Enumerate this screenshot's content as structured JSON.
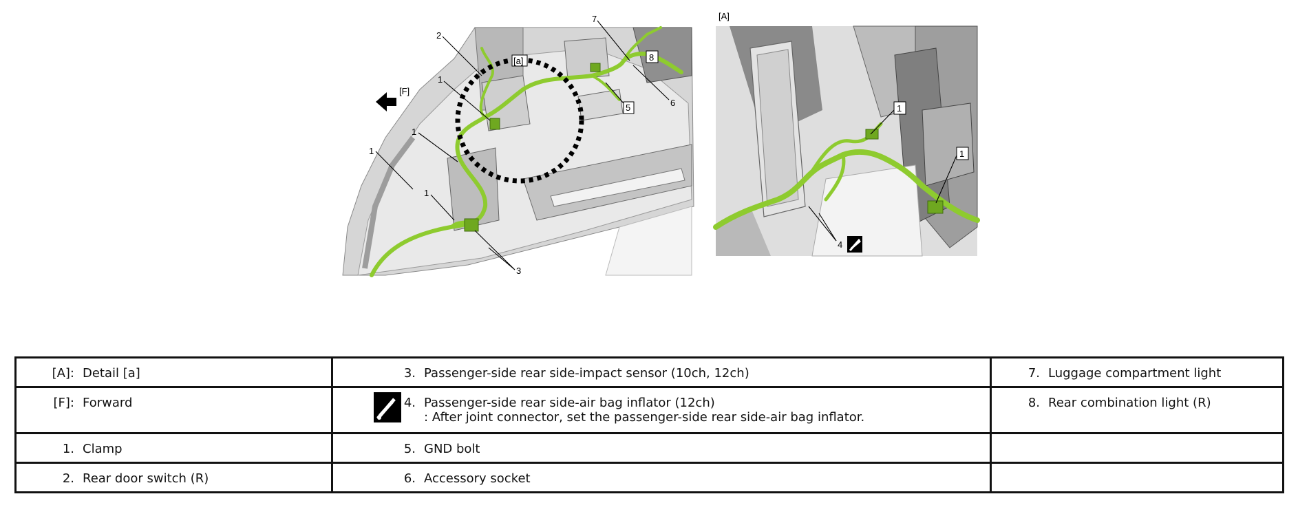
{
  "figure": {
    "callouts": {
      "forward": "[F]",
      "detail_a": "[a]",
      "panel_a": "[A]",
      "n1": "1",
      "n2": "2",
      "n3": "3",
      "n4": "4",
      "n5": "5",
      "n6": "6",
      "n7": "7",
      "n8": "8"
    },
    "colors": {
      "harness": "#8ecb2f",
      "body": "#c9c9c9",
      "shadow": "#7d7d7d"
    }
  },
  "legend": {
    "rows": [
      {
        "k1": "[A]:",
        "t1": "Detail [a]",
        "k2": "3.",
        "t2a": "Passenger-side rear side-impact sensor (10ch, 12ch)",
        "t2b": "",
        "k3": "7.",
        "t3": "Luggage compartment light"
      },
      {
        "k1": "[F]:",
        "t1": "Forward",
        "k2": "4.",
        "t2a": "Passenger-side rear side-air bag inflator (12ch)",
        "t2b": ": After joint connector, set the passenger-side rear side-air bag inflator.",
        "k3": "8.",
        "t3": "Rear combination light (R)"
      },
      {
        "k1": "1.",
        "t1": "Clamp",
        "k2": "5.",
        "t2a": "GND bolt",
        "t2b": "",
        "k3": "",
        "t3": ""
      },
      {
        "k1": "2.",
        "t1": "Rear door switch (R)",
        "k2": "6.",
        "t2a": "Accessory socket",
        "t2b": "",
        "k3": "",
        "t3": ""
      }
    ]
  }
}
